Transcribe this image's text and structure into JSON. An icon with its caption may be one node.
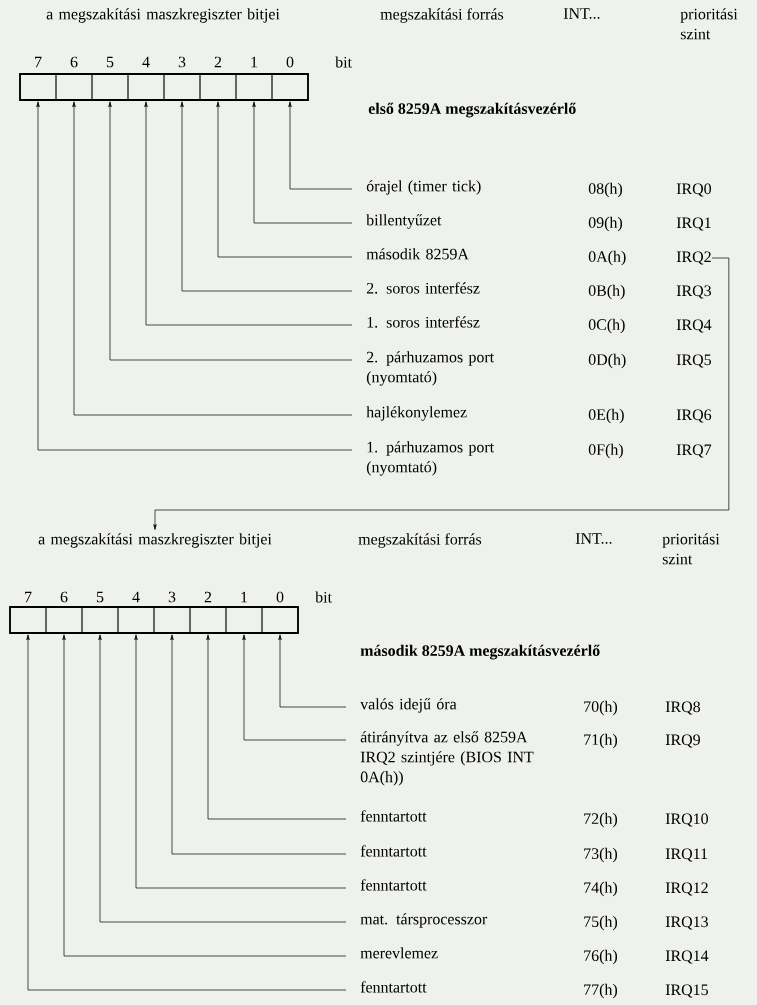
{
  "diagram": {
    "nodes": [
      {
        "text": [],
        "shape": "box"
      },
      {
        "text": [],
        "shape": "box"
      },
      {
        "text": [],
        "shape": "box"
      },
      {
        "text": [],
        "shape": "box"
      },
      {
        "text": [],
        "shape": "box"
      },
      {
        "text": [],
        "shape": "box"
      },
      {
        "text": [],
        "shape": "box"
      },
      {
        "text": [],
        "shape": "box"
      },
      {
        "text": [
          "órajel (timer tick)"
        ]
      },
      {
        "text": [
          "billentyűzet"
        ]
      },
      {
        "text": [
          "második 8259A"
        ]
      },
      {
        "text": [
          "2. soros interfész"
        ]
      },
      {
        "text": [
          "1. soros interfész"
        ]
      },
      {
        "text": [
          "2. párhuzamos port (nyomtató)"
        ]
      },
      {
        "text": [
          "hajlékonylemez"
        ]
      },
      {
        "text": [
          "1. párhuzamos port (nyomtató)"
        ]
      },
      {
        "text": [
          "IRQ2"
        ]
      },
      {
        "text": [
          "a megszakítási maszkregiszter bitjei"
        ]
      },
      {
        "text": [],
        "shape": "box"
      },
      {
        "text": [],
        "shape": "box"
      },
      {
        "text": [],
        "shape": "box"
      },
      {
        "text": [],
        "shape": "box"
      },
      {
        "text": [],
        "shape": "box"
      },
      {
        "text": [],
        "shape": "box"
      },
      {
        "text": [],
        "shape": "box"
      },
      {
        "text": [],
        "shape": "box"
      },
      {
        "text": [
          "valós idejű óra"
        ]
      },
      {
        "text": [
          "átirányítva az első 8259A IRQ2 szintjére (BIOS INT 0A(h))"
        ]
      },
      {
        "text": [
          "fenntartott"
        ]
      },
      {
        "text": [
          "fenntartott"
        ]
      },
      {
        "text": [
          "fenntartott"
        ]
      },
      {
        "text": [
          "mat. társprocesszor"
        ]
      },
      {
        "text": [
          "merevlemez"
        ]
      },
      {
        "text": [
          "fenntartott"
        ]
      }
    ],
    "edges": [
      {
        "from": 8,
        "to": 7,
        "arrow": "to"
      },
      {
        "from": 9,
        "to": 6,
        "arrow": "to"
      },
      {
        "from": 10,
        "to": 5,
        "arrow": "to"
      },
      {
        "from": 11,
        "to": 4,
        "arrow": "to"
      },
      {
        "from": 12,
        "to": 3,
        "arrow": "to"
      },
      {
        "from": 13,
        "to": 2,
        "arrow": "to"
      },
      {
        "from": 14,
        "to": 1,
        "arrow": "to"
      },
      {
        "from": 15,
        "to": 0,
        "arrow": "to"
      },
      {
        "from": 16,
        "to": 17,
        "arrow": "to"
      },
      {
        "from": 26,
        "to": 25,
        "arrow": "to"
      },
      {
        "from": 27,
        "to": 24,
        "arrow": "to"
      },
      {
        "from": 28,
        "to": 23,
        "arrow": "to"
      },
      {
        "from": 29,
        "to": 22,
        "arrow": "to"
      },
      {
        "from": 30,
        "to": 21,
        "arrow": "to"
      },
      {
        "from": 31,
        "to": 20,
        "arrow": "to"
      },
      {
        "from": 32,
        "to": 19,
        "arrow": "to"
      },
      {
        "from": 33,
        "to": 18,
        "arrow": "to"
      }
    ],
    "labels": [
      "a megszakítási maszkregiszter bitjei",
      "megszakítási forrás",
      "INT...",
      "prioritási szint",
      "7",
      "6",
      "5",
      "4",
      "3",
      "2",
      "1",
      "0",
      "bit",
      "első 8259A megszakításvezérlő",
      "08(h)",
      "IRQ0",
      "09(h)",
      "IRQ1",
      "0A(h)",
      "0B(h)",
      "IRQ3",
      "0C(h)",
      "IRQ4",
      "0D(h)",
      "IRQ5",
      "0E(h)",
      "IRQ6",
      "0F(h)",
      "IRQ7",
      "megszakítási forrás",
      "INT...",
      "prioritási szint",
      "7",
      "6",
      "5",
      "4",
      "3",
      "2",
      "1",
      "0",
      "bit",
      "második 8259A megszakításvezérlő",
      "70(h)",
      "IRQ8",
      "71(h)",
      "IRQ9",
      "72(h)",
      "IRQ10",
      "73(h)",
      "IRQ11",
      "74(h)",
      "IRQ12",
      "75(h)",
      "IRQ13",
      "76(h)",
      "IRQ14",
      "77(h)",
      "IRQ15"
    ]
  }
}
